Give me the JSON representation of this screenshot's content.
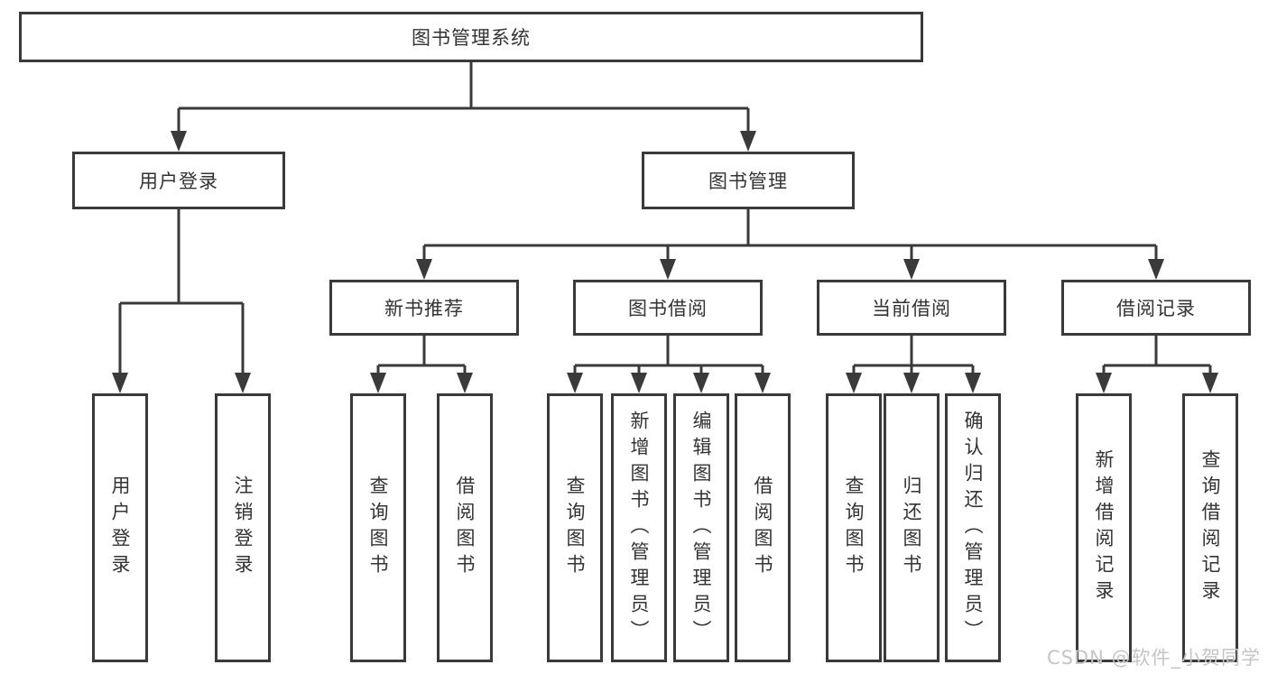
{
  "diagram": {
    "title": "图书管理系统",
    "nodes": {
      "root": "图书管理系统",
      "user_login": "用户登录",
      "book_management": "图书管理",
      "new_book_recommend": "新书推荐",
      "book_borrowing": "图书借阅",
      "current_borrowing": "当前借阅",
      "borrowing_records": "借阅记录"
    },
    "leaves": {
      "user_login_group": [
        "用户登录",
        "注销登录"
      ],
      "new_book_group": [
        "查询图书",
        "借阅图书"
      ],
      "book_borrowing_group": [
        "查询图书",
        "新增图书（管理员）",
        "编辑图书（管理员）",
        "借阅图书"
      ],
      "current_borrowing_group": [
        "查询图书",
        "归还图书",
        "确认归还（管理员）"
      ],
      "borrowing_records_group": [
        "新增借阅记录",
        "查询借阅记录"
      ]
    },
    "watermark": "CSDN @软件_小贺同学",
    "colors": {
      "line": "#3a3a3a",
      "text": "#333333",
      "background": "#ffffff",
      "watermark": "#c5c5c5"
    }
  }
}
